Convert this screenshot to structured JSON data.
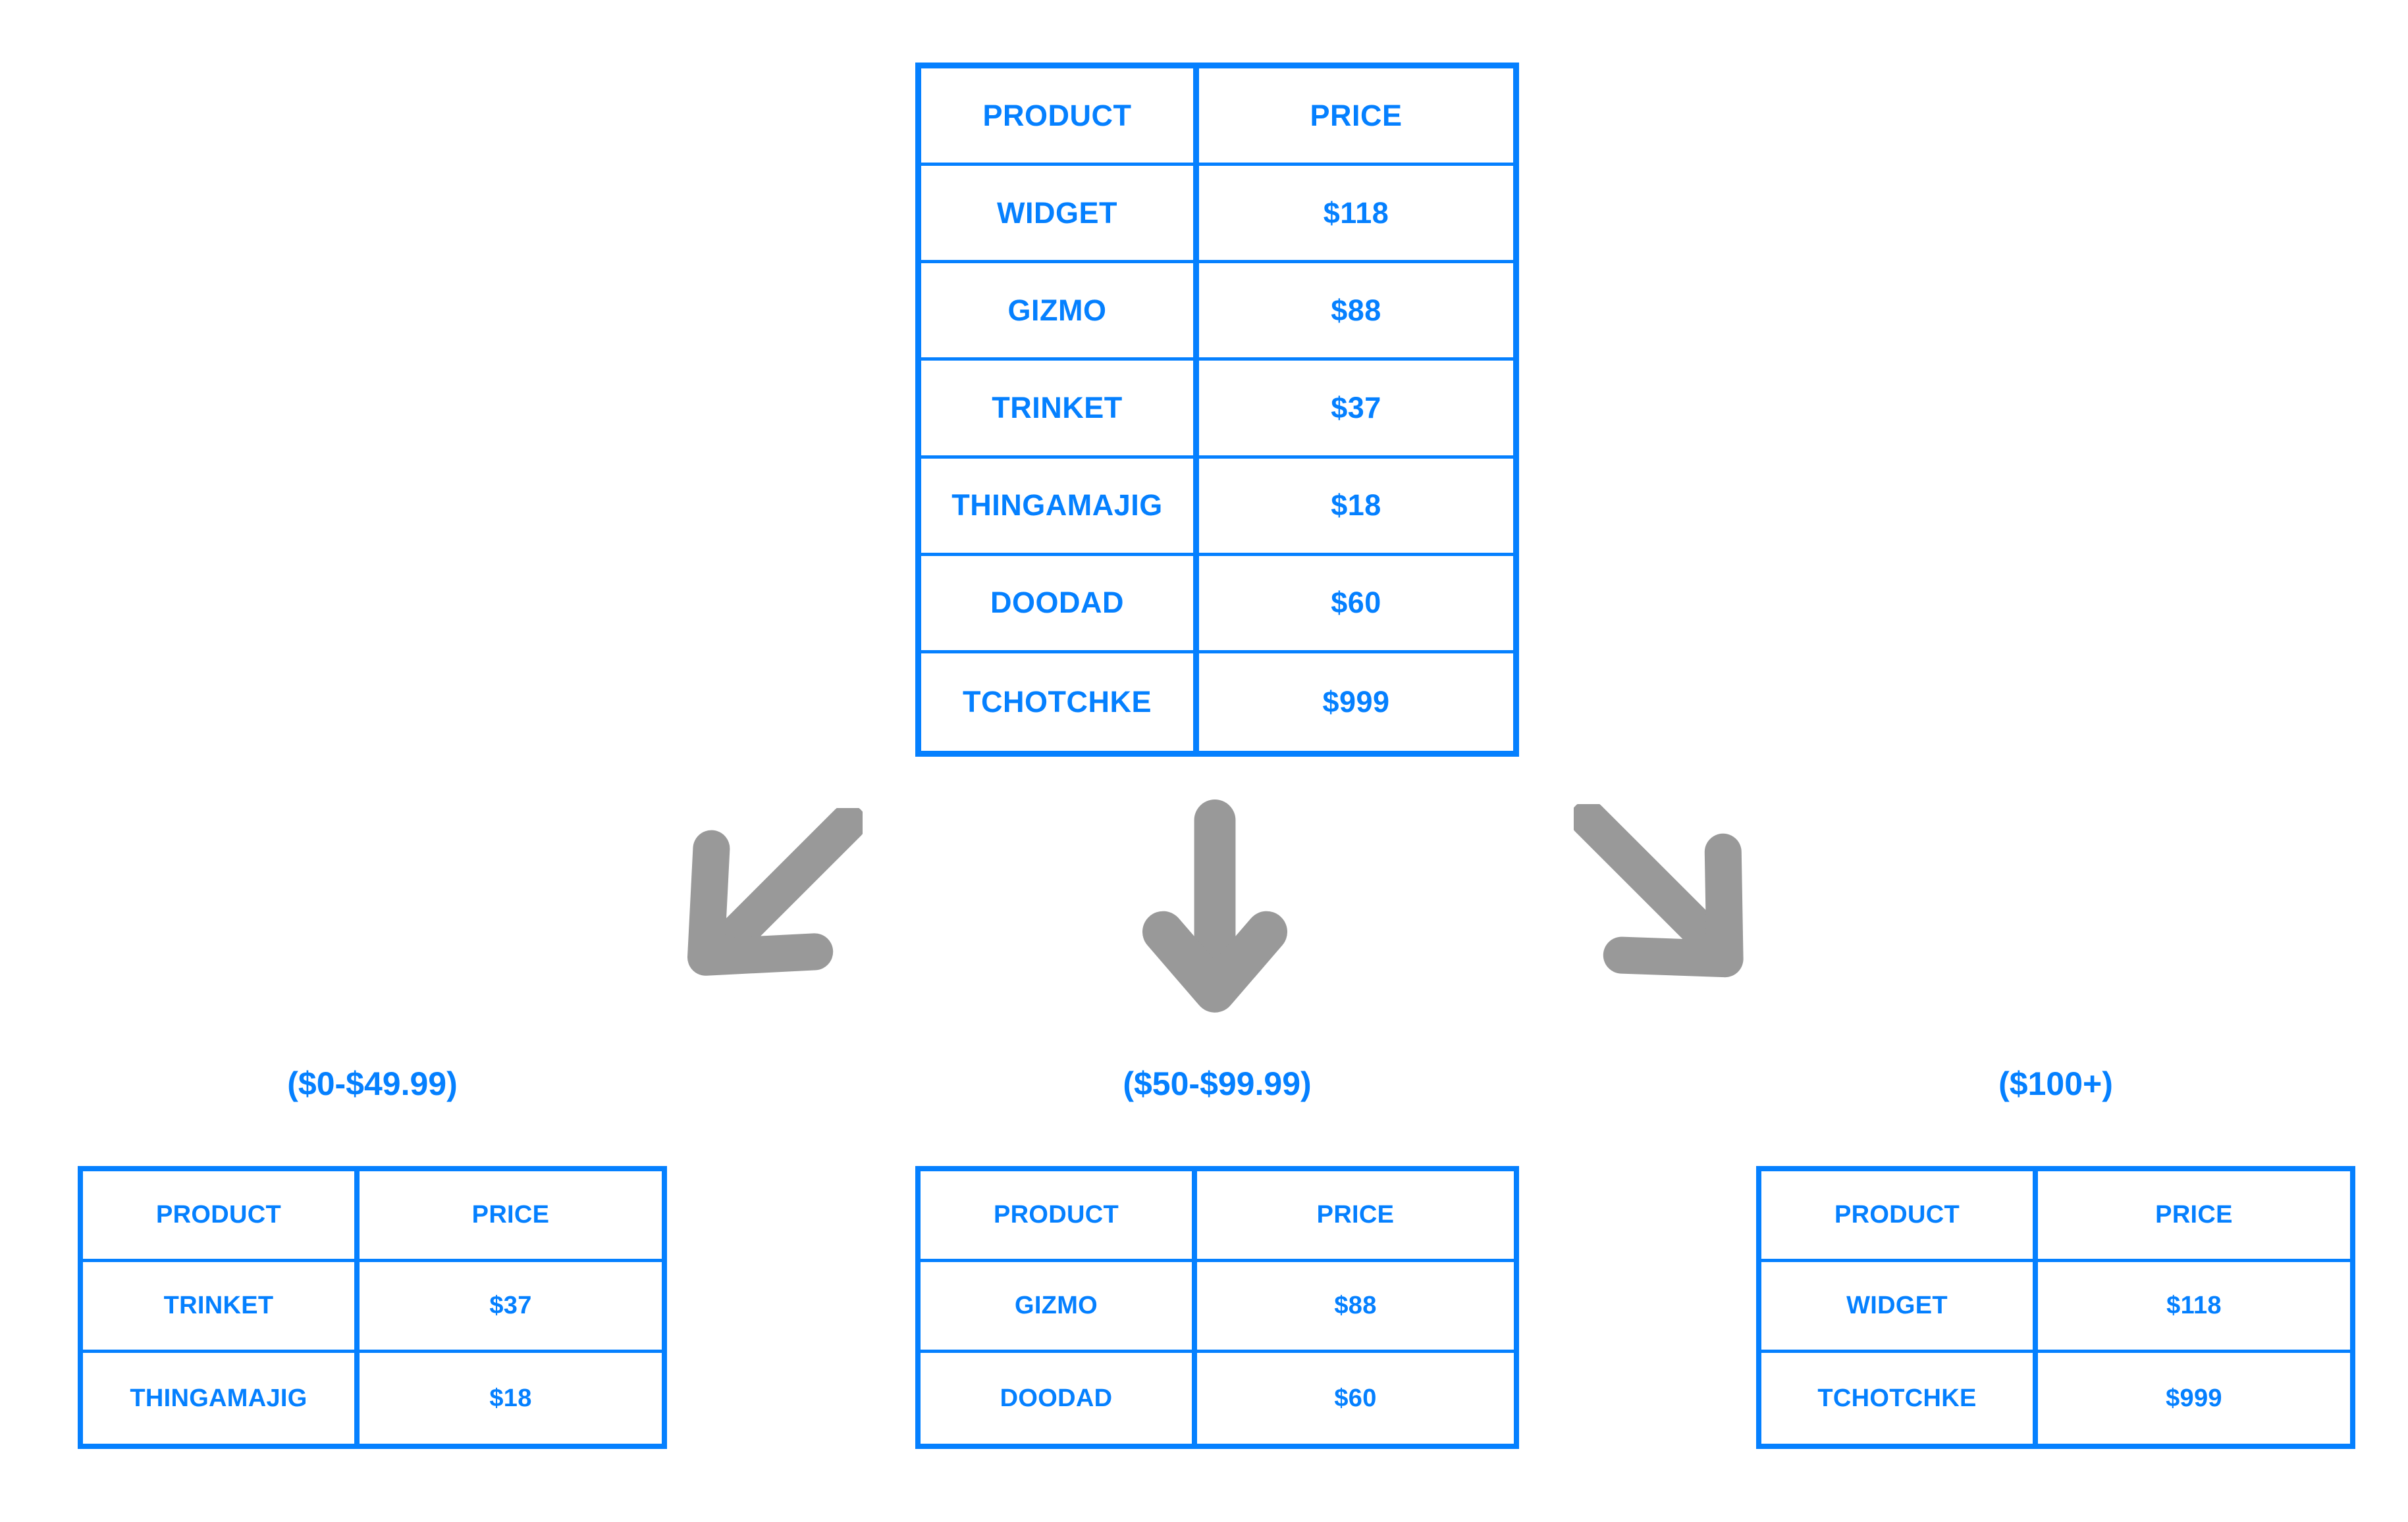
{
  "palette": {
    "accent_blue": "#0580ff",
    "arrow_gray": "#999999",
    "background": "#ffffff"
  },
  "source_table": {
    "columns": [
      "PRODUCT",
      "PRICE"
    ],
    "rows": [
      [
        "WIDGET",
        "$118"
      ],
      [
        "GIZMO",
        "$88"
      ],
      [
        "TRINKET",
        "$37"
      ],
      [
        "THINGAMAJIG",
        "$18"
      ],
      [
        "DOODAD",
        "$60"
      ],
      [
        "TCHOTCHKE",
        "$999"
      ]
    ]
  },
  "arrows": [
    {
      "name": "arrow-down-left-icon",
      "direction": "down-left"
    },
    {
      "name": "arrow-down-icon",
      "direction": "down"
    },
    {
      "name": "arrow-down-right-icon",
      "direction": "down-right"
    }
  ],
  "groups": [
    {
      "caption": "($0-$49.99)",
      "columns": [
        "PRODUCT",
        "PRICE"
      ],
      "rows": [
        [
          "TRINKET",
          "$37"
        ],
        [
          "THINGAMAJIG",
          "$18"
        ]
      ]
    },
    {
      "caption": "($50-$99.99)",
      "columns": [
        "PRODUCT",
        "PRICE"
      ],
      "rows": [
        [
          "GIZMO",
          "$88"
        ],
        [
          "DOODAD",
          "$60"
        ]
      ]
    },
    {
      "caption": "($100+)",
      "columns": [
        "PRODUCT",
        "PRICE"
      ],
      "rows": [
        [
          "WIDGET",
          "$118"
        ],
        [
          "TCHOTCHKE",
          "$999"
        ]
      ]
    }
  ]
}
